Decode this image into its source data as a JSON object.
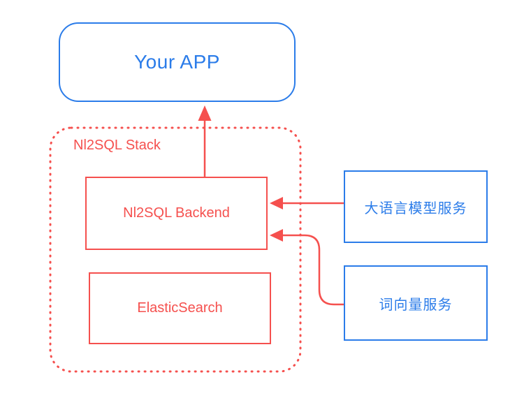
{
  "colors": {
    "red": "#f5504e",
    "blue": "#2b7ce9",
    "background": "#ffffff"
  },
  "nodes": {
    "app": {
      "label": "Your APP"
    },
    "backend": {
      "label": "Nl2SQL Backend"
    },
    "elasticsearch": {
      "label": "ElasticSearch"
    },
    "llm_service": {
      "label": "大语言模型服务"
    },
    "vector_service": {
      "label": "词向量服务"
    }
  },
  "group": {
    "label": "Nl2SQL Stack"
  },
  "edges": [
    {
      "from": "backend",
      "to": "app",
      "direction": "up"
    },
    {
      "from": "llm_service",
      "to": "backend",
      "direction": "left"
    },
    {
      "from": "vector_service",
      "to": "backend",
      "direction": "left-up-left"
    }
  ]
}
